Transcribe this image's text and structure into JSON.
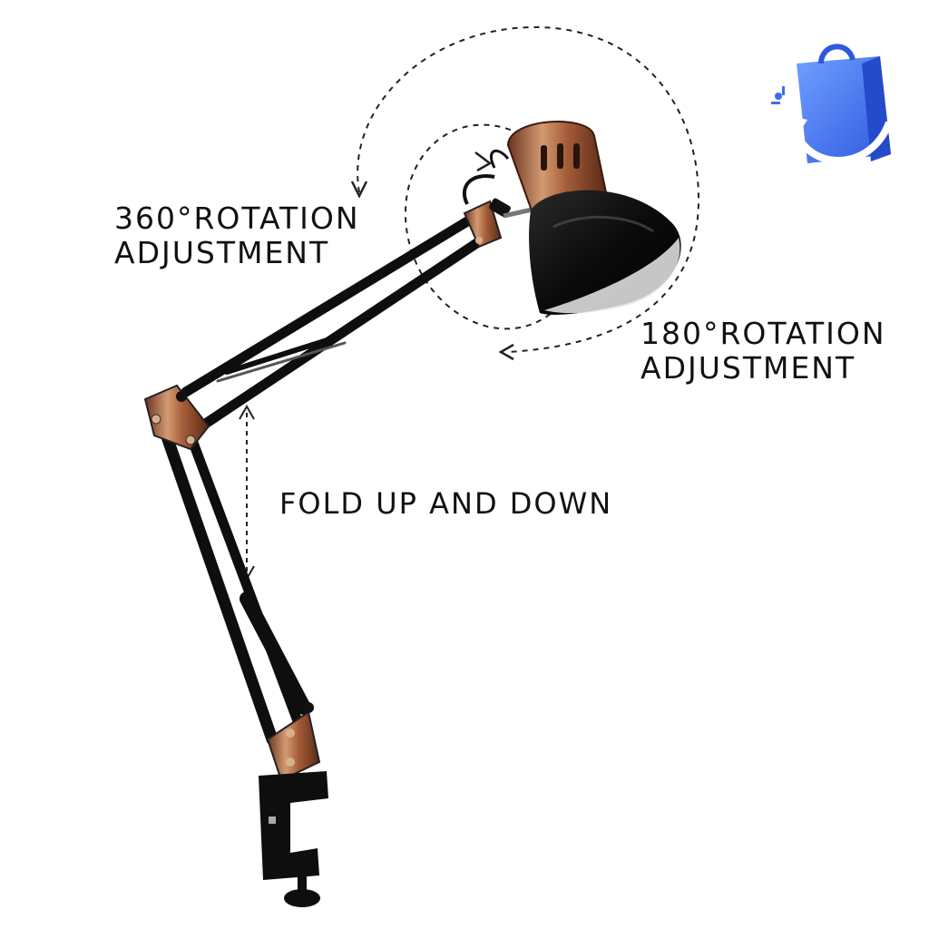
{
  "labels": {
    "rotation_360": {
      "line1": "360°ROTATION",
      "line2": "ADJUSTMENT"
    },
    "rotation_180": {
      "line1": "180°ROTATION",
      "line2": "ADJUSTMENT"
    },
    "fold": "FOLD UP AND DOWN"
  },
  "icons": {
    "shop_logo": "shopping-bag-icon"
  },
  "colors": {
    "lamp_black": "#0e0e0e",
    "copper": "#b06a45",
    "logo_blue": "#3b6ef0",
    "logo_light": "#6fa0ff"
  }
}
